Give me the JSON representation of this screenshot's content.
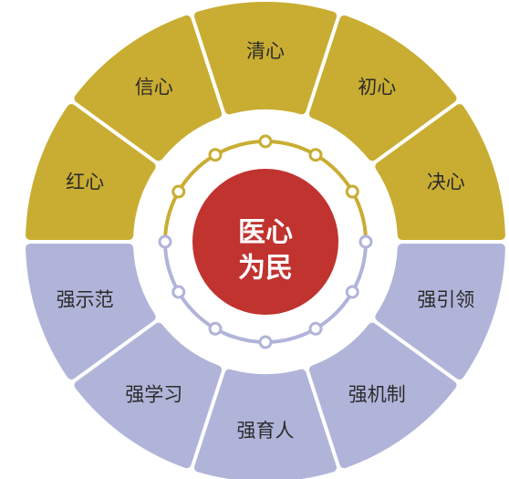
{
  "center": {
    "line1": "医心",
    "line2": "为民",
    "color": "#c0332f"
  },
  "colors": {
    "top_group": "#c9ad32",
    "bottom_group": "#b1b4d9",
    "ring_top": "#c9ad32",
    "ring_bottom": "#b1b4d9"
  },
  "segments": [
    {
      "label": "清心",
      "group": "top"
    },
    {
      "label": "初心",
      "group": "top"
    },
    {
      "label": "决心",
      "group": "top"
    },
    {
      "label": "强引领",
      "group": "bottom"
    },
    {
      "label": "强机制",
      "group": "bottom"
    },
    {
      "label": "强育人",
      "group": "bottom"
    },
    {
      "label": "强学习",
      "group": "bottom"
    },
    {
      "label": "强示范",
      "group": "bottom"
    },
    {
      "label": "红心",
      "group": "top"
    },
    {
      "label": "信心",
      "group": "top"
    }
  ]
}
